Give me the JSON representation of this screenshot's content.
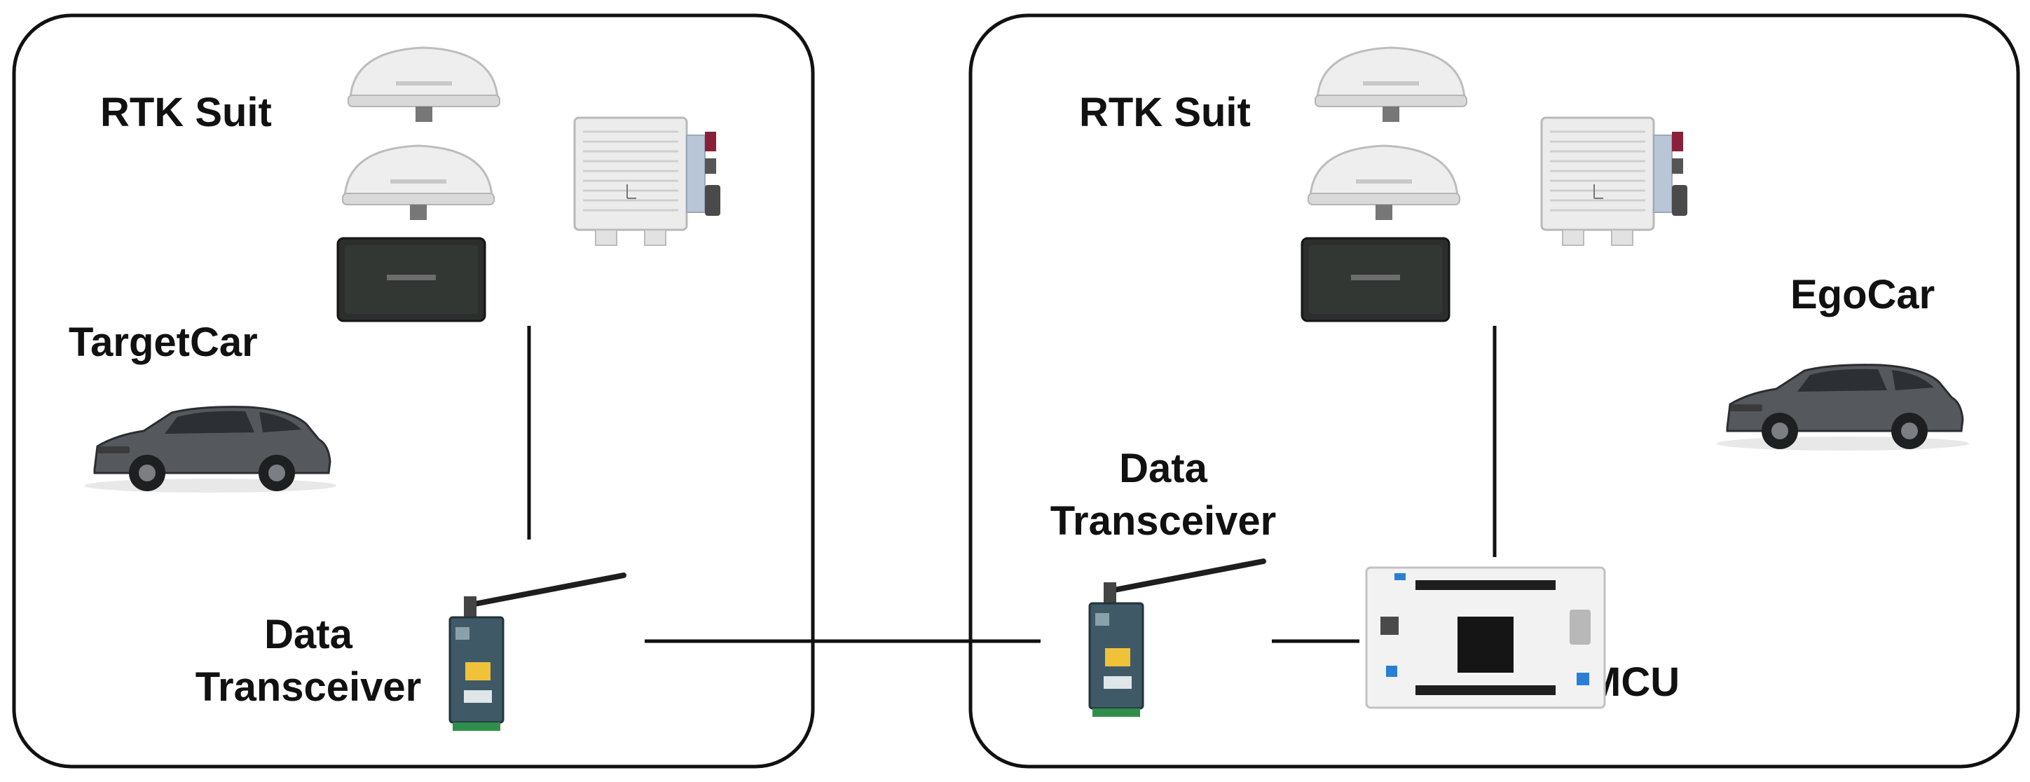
{
  "left_panel": {
    "rtk_label": "RTK Suit",
    "car_label": "TargetCar",
    "transceiver_label_line1": "Data",
    "transceiver_label_line2": "Transceiver"
  },
  "right_panel": {
    "rtk_label": "RTK Suit",
    "car_label": "EgoCar",
    "transceiver_label_line1": "Data",
    "transceiver_label_line2": "Transceiver",
    "mcu_label": "MCU"
  },
  "icons": [
    "gnss-antenna-icon",
    "rtk-receiver-box-icon",
    "rtk-processor-unit-icon",
    "car-icon",
    "radio-transceiver-icon",
    "mcu-board-icon"
  ],
  "colors": {
    "stroke": "#111111",
    "car_body": "#55585c",
    "transceiver_body": "#3f5a66",
    "board": "#f2f2f2",
    "receiver_box": "#2b2e2c"
  }
}
